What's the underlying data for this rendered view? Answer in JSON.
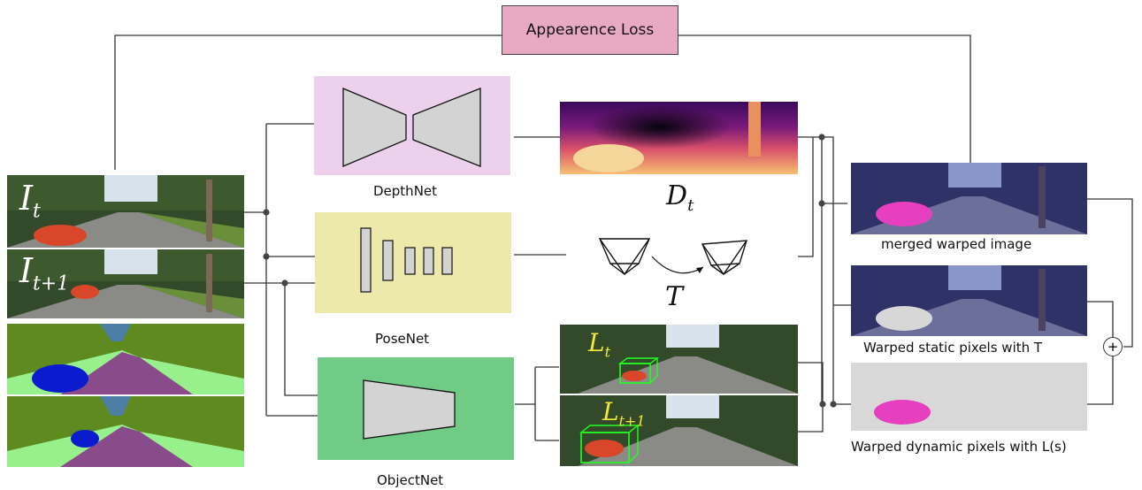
{
  "loss_box": {
    "label": "Appearence Loss",
    "color": "#e8a9c3"
  },
  "networks": {
    "depth": {
      "label": "DepthNet",
      "color": "#ecd0ec"
    },
    "pose": {
      "label": "PoseNet",
      "color": "#ede9aa"
    },
    "object": {
      "label": "ObjectNet",
      "color": "#6fcb86"
    }
  },
  "symbols": {
    "frame_t": {
      "base": "I",
      "sub": "t"
    },
    "frame_t1": {
      "base": "I",
      "sub": "t+1"
    },
    "depth_map": {
      "base": "D",
      "sub": "t"
    },
    "pose": {
      "base": "T",
      "sub": ""
    },
    "box_t": {
      "base": "L",
      "sub": "t"
    },
    "box_t1": {
      "base": "L",
      "sub": "t+1"
    }
  },
  "outputs": {
    "merged": "merged warped image",
    "static": "Warped static pixels with T",
    "dynamic": "Warped dynamic pixels with L(s)"
  },
  "sum_symbol": "+",
  "colors": {
    "sky": "#5f7a47",
    "road": "#8c8c88",
    "car": "#e0502a",
    "seg_bg": "#5f8a1f",
    "seg_road": "#8a4b8a",
    "seg_grass": "#98f08c",
    "seg_car": "#0b1ccf",
    "seg_sky": "#4d7fa6",
    "wire": "#333333"
  }
}
